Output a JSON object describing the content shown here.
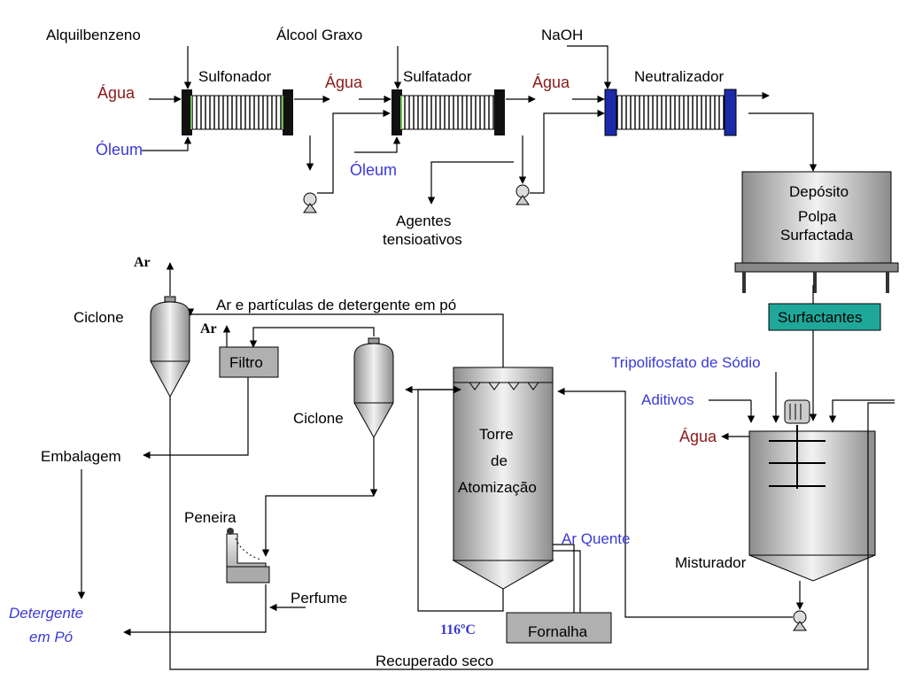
{
  "colors": {
    "red_labels": "#8b1a1a",
    "blue_labels": "#3a3ad8",
    "surfactantes_box": "#1fa89a",
    "neutralizer_flange": "#1a2aa8"
  },
  "labels": {
    "alquilbenzeno": "Alquilbenzeno",
    "alcool_graxo": "Álcool Graxo",
    "naoh": "NaOH",
    "sulfonador": "Sulfonador",
    "sulfatador": "Sulfatador",
    "neutralizador": "Neutralizador",
    "agua_1": "Água",
    "agua_2": "Água",
    "agua_3": "Água",
    "agua_4": "Água",
    "oleum_1": "Óleum",
    "oleum_2": "Óleum",
    "agentes_1": "Agentes",
    "agentes_2": "tensioativos",
    "deposito_1": "Depósito",
    "deposito_2": "Polpa",
    "deposito_3": "Surfactada",
    "surfactantes": "Surfactantes",
    "tripolifosfato": "Tripolifosfato de Sódio",
    "aditivos": "Aditivos",
    "misturador": "Misturador",
    "ar_top": "Ar",
    "ar_filter": "Ar",
    "ciclone_1": "Ciclone",
    "ciclone_2": "Ciclone",
    "filtro": "Filtro",
    "ar_particulas": "Ar e partículas de detergente em pó",
    "torre_1": "Torre",
    "torre_2": "de",
    "torre_3": "Atomização",
    "ar_quente": "Ar Quente",
    "fornalha": "Fornalha",
    "temp": "116ºC",
    "embalagem": "Embalagem",
    "detergente_1": "Detergente",
    "detergente_2": "em Pó",
    "peneira": "Peneira",
    "perfume": "Perfume",
    "recuperado": "Recuperado seco"
  }
}
